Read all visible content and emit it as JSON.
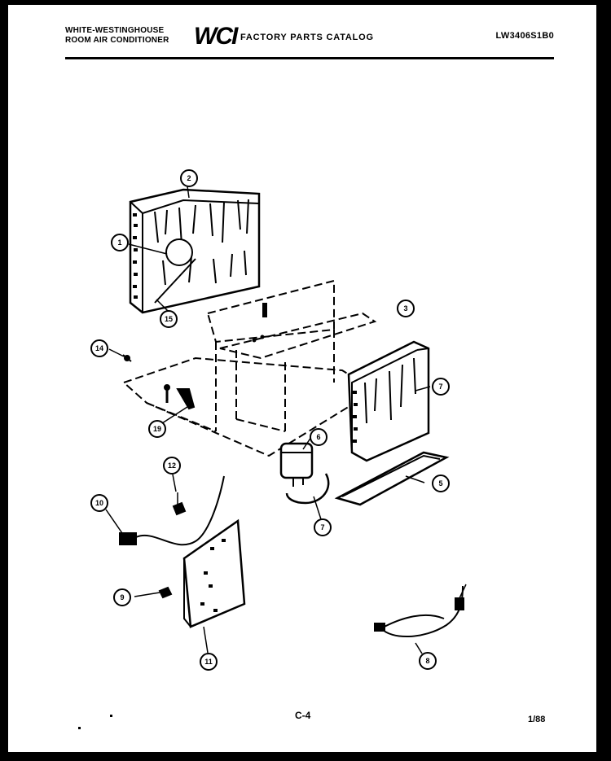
{
  "header": {
    "brand_line1": "WHITE-WESTINGHOUSE",
    "brand_line2": "ROOM AIR CONDITIONER",
    "logo": "WCI",
    "catalog_title": "FACTORY PARTS CATALOG",
    "model_number": "LW3406S1B0"
  },
  "callouts": [
    "1",
    "2",
    "3",
    "14",
    "15",
    "7",
    "19",
    "6",
    "5",
    "12",
    "10",
    "7",
    "9",
    "11",
    "8"
  ],
  "footer": {
    "page": "C-4",
    "date": "1/88"
  }
}
